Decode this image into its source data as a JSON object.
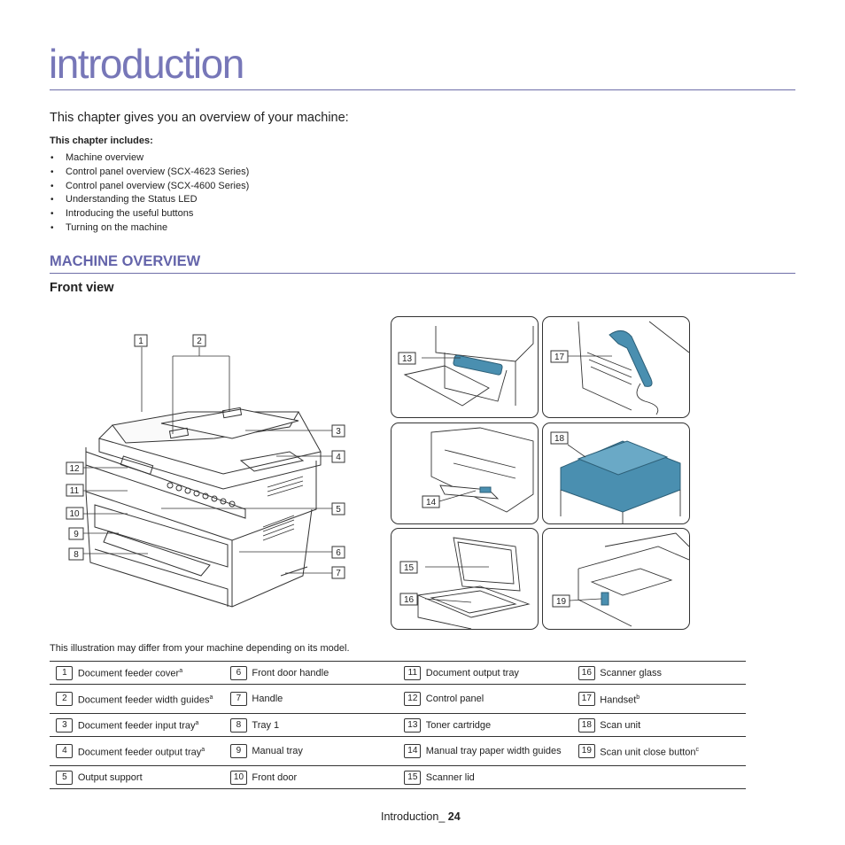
{
  "page": {
    "title": "introduction",
    "intro_text": "This chapter gives you an overview of your machine:",
    "includes_label": "This chapter includes:",
    "includes": [
      "Machine overview",
      "Control panel overview (SCX-4623 Series)",
      "Control panel overview (SCX-4600 Series)",
      "Understanding the Status LED",
      "Introducing the useful buttons",
      "Turning on the machine"
    ],
    "section_heading": "MACHINE OVERVIEW",
    "sub_heading": "Front view",
    "note": "This illustration may differ from your machine depending on its model."
  },
  "callouts": [
    "1",
    "2",
    "3",
    "4",
    "5",
    "6",
    "7",
    "8",
    "9",
    "10",
    "11",
    "12",
    "13",
    "14",
    "15",
    "16",
    "17",
    "18",
    "19"
  ],
  "legend": {
    "rows": [
      [
        {
          "num": "1",
          "label": "Document feeder cover",
          "sup": "a"
        },
        {
          "num": "6",
          "label": "Front door handle",
          "sup": ""
        },
        {
          "num": "11",
          "label": "Document output tray",
          "sup": ""
        },
        {
          "num": "16",
          "label": "Scanner glass",
          "sup": ""
        }
      ],
      [
        {
          "num": "2",
          "label": "Document feeder width guides",
          "sup": "a"
        },
        {
          "num": "7",
          "label": "Handle",
          "sup": ""
        },
        {
          "num": "12",
          "label": "Control panel",
          "sup": ""
        },
        {
          "num": "17",
          "label": "Handset",
          "sup": "b"
        }
      ],
      [
        {
          "num": "3",
          "label": "Document feeder input tray",
          "sup": "a"
        },
        {
          "num": "8",
          "label": "Tray 1",
          "sup": ""
        },
        {
          "num": "13",
          "label": "Toner cartridge",
          "sup": ""
        },
        {
          "num": "18",
          "label": "Scan unit",
          "sup": ""
        }
      ],
      [
        {
          "num": "4",
          "label": "Document feeder output tray",
          "sup": "a"
        },
        {
          "num": "9",
          "label": "Manual tray",
          "sup": ""
        },
        {
          "num": "14",
          "label": "Manual tray paper width guides",
          "sup": ""
        },
        {
          "num": "19",
          "label": "Scan unit close button",
          "sup": "c"
        }
      ],
      [
        {
          "num": "5",
          "label": "Output support",
          "sup": ""
        },
        {
          "num": "10",
          "label": "Front door",
          "sup": ""
        },
        {
          "num": "15",
          "label": "Scanner lid",
          "sup": ""
        },
        {
          "num": "",
          "label": "",
          "sup": ""
        }
      ]
    ]
  },
  "footer": {
    "label": "Introduction_",
    "page_number": "24"
  },
  "colors": {
    "title": "#7777b8",
    "heading": "#6464aa",
    "rule": "#6e6ea8",
    "highlight_part": "#4a8fb0"
  }
}
